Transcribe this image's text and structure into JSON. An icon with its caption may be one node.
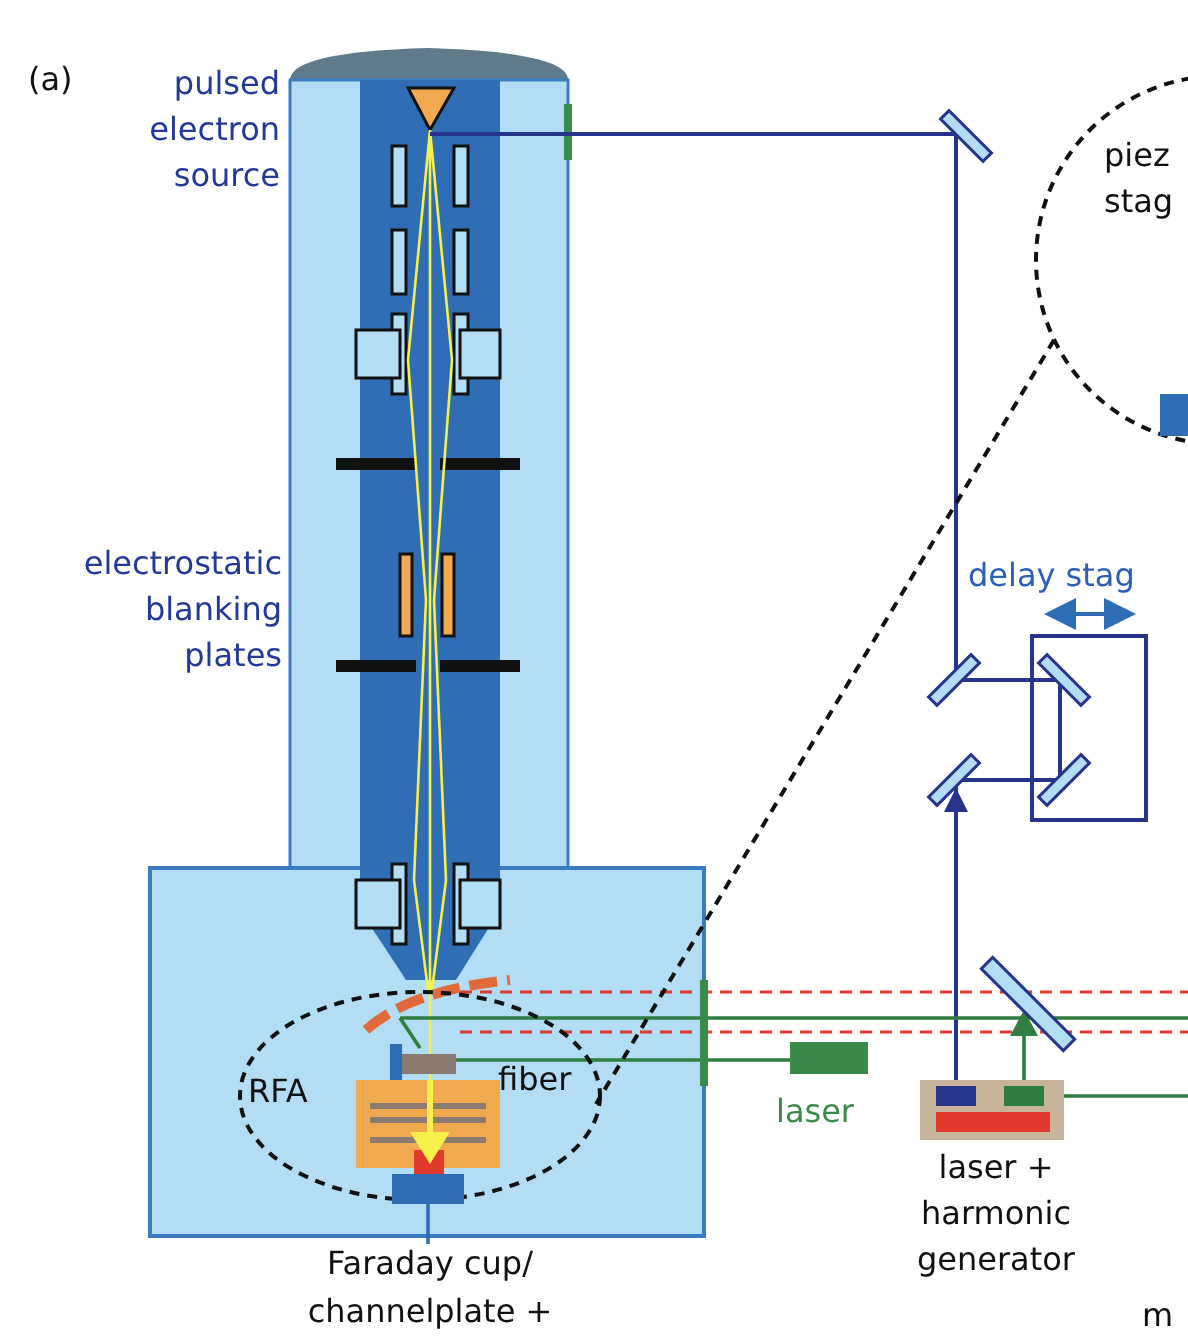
{
  "diagram": {
    "nodes": [
      {
        "text": [],
        "shape": "bar"
      },
      {
        "text": [
          "Faraday cup/ channelplate +"
        ]
      }
    ],
    "edges": [
      {
        "from": 0,
        "to": 1,
        "arrow": "none"
      }
    ],
    "labels": [
      "(a)",
      "pulsed electron source",
      "piez stag",
      "electrostatic blanking plates",
      "delay stag",
      "fiber",
      "RFA",
      "laser",
      "laser + harmonic generator",
      "m"
    ]
  }
}
